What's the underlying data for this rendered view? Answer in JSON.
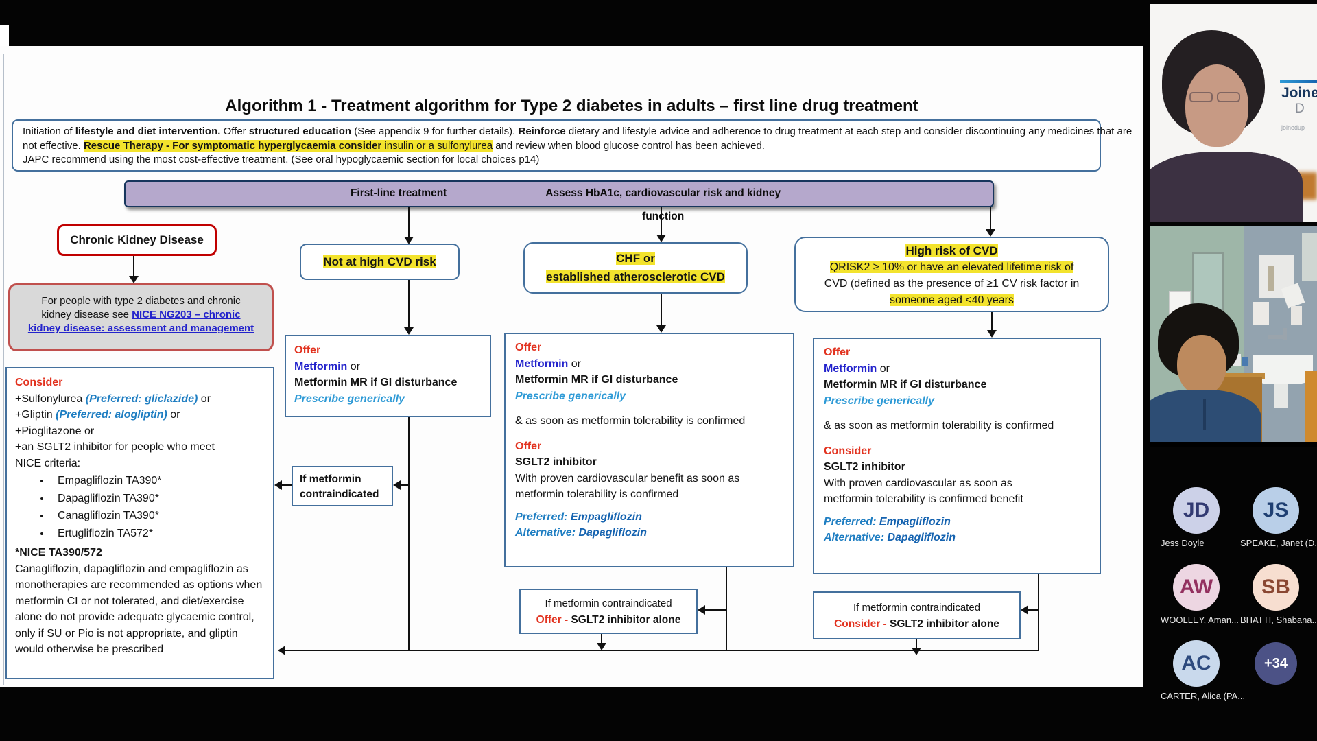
{
  "shared_screen": {
    "title": "Algorithm 1 - Treatment algorithm for Type 2 diabetes in adults – first line drug treatment",
    "intro": {
      "l1": [
        {
          "t": "Initiation of "
        },
        {
          "t": "lifestyle and diet intervention.",
          "c": "b"
        },
        {
          "t": " Offer "
        },
        {
          "t": "structured education",
          "c": "b"
        },
        {
          "t": " (See appendix 9 for further details). "
        },
        {
          "t": "Reinforce",
          "c": "b"
        },
        {
          "t": " dietary and lifestyle advice and adherence to drug treatment at each step and consider discontinuing any medicines that are"
        }
      ],
      "l2": [
        {
          "t": "not effective. "
        },
        {
          "t": "Rescue Therapy - For symptomatic hyperglycaemia consider",
          "c": "hlb"
        },
        {
          "t": " insulin or a sulfonylurea",
          "c": "hl"
        },
        {
          "t": " and review when blood glucose control has been achieved."
        }
      ],
      "l3": [
        {
          "t": "JAPC recommend using the most cost-effective treatment. (See oral hypoglycaemic section for local choices p14)"
        }
      ]
    },
    "first_line_bar": {
      "left": "First-line treatment",
      "right": "Assess HbA1c, cardiovascular risk and kidney function"
    },
    "ckd": {
      "title": "Chronic Kidney Disease",
      "info_l1": [
        {
          "t": "For people with type 2 diabetes and chronic"
        }
      ],
      "info_l2": [
        {
          "t": "kidney disease see "
        },
        {
          "t": "NICE NG203 – chronic",
          "c": "lk"
        }
      ],
      "info_l3": [
        {
          "t": "kidney disease: assessment and management",
          "c": "lk"
        }
      ]
    },
    "consider_box": {
      "heading": [
        {
          "t": "Consider",
          "c": "r"
        }
      ],
      "l1": [
        {
          "t": "+Sulfonylurea "
        },
        {
          "t": "(Preferred: gliclazide)",
          "c": "pi"
        },
        {
          "t": " or"
        }
      ],
      "l2": [
        {
          "t": "+Gliptin "
        },
        {
          "t": "(Preferred: alogliptin)",
          "c": "pi"
        },
        {
          "t": " or"
        }
      ],
      "l3": [
        {
          "t": "+Pioglitazone or"
        }
      ],
      "l4a": [
        {
          "t": "+an SGLT2 inhibitor for people who meet"
        }
      ],
      "l4b": [
        {
          "t": "NICE criteria:"
        }
      ],
      "bullets": [
        "Empagliflozin TA390*",
        "Dapagliflozin TA390*",
        "Canagliflozin TA390*",
        "Ertugliflozin TA572*"
      ],
      "foot_head": [
        {
          "t": "*NICE TA390/572",
          "c": "b"
        }
      ],
      "foot": [
        {
          "t": "Canagliflozin, dapagliflozin and empagliflozin as monotherapies are recommended as options when metformin CI or not tolerated, and diet/exercise alone do not provide adequate glycaemic control, only if SU or Pio is not appropriate, and gliptin would otherwise be prescribed"
        }
      ]
    },
    "not_high_box": [
      {
        "t": "Not at high CVD risk",
        "c": "hlb"
      }
    ],
    "chf_box": {
      "l1": [
        {
          "t": "CHF or",
          "c": "hlb"
        }
      ],
      "l2": [
        {
          "t": "established atherosclerotic CVD",
          "c": "hlb"
        }
      ]
    },
    "high_box": {
      "l1": [
        {
          "t": "High risk of CVD",
          "c": "hlb"
        }
      ],
      "l2": [
        {
          "t": "QRISK2 ≥ 10% or have an elevated lifetime risk of",
          "c": "hl"
        }
      ],
      "l3": [
        {
          "t": "CVD (defined as the presence of ≥1 CV risk factor in"
        }
      ],
      "l4": [
        {
          "t": "someone aged <40 years",
          "c": "hl"
        }
      ]
    },
    "left_offer_box": {
      "o1": [
        {
          "t": "Offer",
          "c": "r"
        }
      ],
      "o2": [
        {
          "t": "Metformin",
          "c": "lk"
        },
        {
          "t": " or"
        }
      ],
      "o3": [
        {
          "t": "Metformin MR if GI disturbance",
          "c": "b"
        }
      ],
      "o4": [
        {
          "t": "Prescribe generically",
          "c": "pg"
        }
      ]
    },
    "left_if_box": {
      "l1": [
        {
          "t": "If metformin"
        }
      ],
      "l2": [
        {
          "t": "contraindicated"
        }
      ]
    },
    "mid_box": {
      "m1": [
        {
          "t": "Offer",
          "c": "r"
        }
      ],
      "m2": [
        {
          "t": "Metformin",
          "c": "lk"
        },
        {
          "t": " or"
        }
      ],
      "m3": [
        {
          "t": "Metformin MR if GI disturbance",
          "c": "b"
        }
      ],
      "m4": [
        {
          "t": "Prescribe generically",
          "c": "pg"
        }
      ],
      "m5": [
        {
          "t": "& as soon as metformin tolerability is confirmed"
        }
      ],
      "m6": [
        {
          "t": "Offer",
          "c": "r"
        }
      ],
      "m7": [
        {
          "t": "SGLT2 inhibitor",
          "c": "b"
        }
      ],
      "m8a": [
        {
          "t": "With proven cardiovascular benefit as soon as"
        }
      ],
      "m8b": [
        {
          "t": "metformin tolerability is confirmed"
        }
      ],
      "m9": [
        {
          "t": "Preferred: ",
          "c": "pi"
        },
        {
          "t": "Empagliflozin",
          "c": "pd"
        }
      ],
      "m10": [
        {
          "t": "Alternative: ",
          "c": "pi"
        },
        {
          "t": "Dapagliflozin",
          "c": "pd"
        }
      ]
    },
    "mid_if_box": {
      "l1": [
        {
          "t": "If metformin contraindicated"
        }
      ],
      "l2": [
        {
          "t": "Offer - ",
          "c": "r"
        },
        {
          "t": "SGLT2 inhibitor alone",
          "c": "b"
        }
      ]
    },
    "right_box": {
      "r1": [
        {
          "t": "Offer",
          "c": "r"
        }
      ],
      "r2": [
        {
          "t": "Metformin",
          "c": "lk"
        },
        {
          "t": " or"
        }
      ],
      "r3": [
        {
          "t": "Metformin MR if GI disturbance",
          "c": "b"
        }
      ],
      "r4": [
        {
          "t": "Prescribe generically",
          "c": "pg"
        }
      ],
      "r5": [
        {
          "t": "& as soon as metformin tolerability is confirmed"
        }
      ],
      "r6": [
        {
          "t": "Consider",
          "c": "r"
        }
      ],
      "r7": [
        {
          "t": "SGLT2 inhibitor",
          "c": "b"
        }
      ],
      "r8a": [
        {
          "t": "With proven cardiovascular as soon as"
        }
      ],
      "r8b": [
        {
          "t": "metformin tolerability is confirmed benefit"
        }
      ],
      "r9": [
        {
          "t": "Preferred: ",
          "c": "pi"
        },
        {
          "t": "Empagliflozin",
          "c": "pd"
        }
      ],
      "r10": [
        {
          "t": "Alternative: ",
          "c": "pi"
        },
        {
          "t": "Dapagliflozin",
          "c": "pd"
        }
      ]
    },
    "right_if_box": {
      "l1": [
        {
          "t": "If metformin contraindicated"
        }
      ],
      "l2": [
        {
          "t": "Consider - ",
          "c": "r"
        },
        {
          "t": "SGLT2 inhibitor alone",
          "c": "b"
        }
      ]
    },
    "colors": {
      "highlight": "#f3e32d",
      "bar_purple": "#b5a8cc",
      "box_border_blue": "#44709d",
      "ckd_red": "#c00000",
      "ckd_info_border": "#c0504d",
      "ckd_info_bg": "#d9d9d9",
      "red_text": "#e23320",
      "link_blue": "#2323cc",
      "light_blue": "#2e9ad6"
    }
  },
  "sidebar": {
    "video1": {
      "logo_line1": "Joine",
      "logo_line2": "D",
      "logo_line3": "joinedup"
    },
    "participants": [
      {
        "initials": "JD",
        "name": "Jess Doyle",
        "bg": "#ccd1e8",
        "fg": "#323a72"
      },
      {
        "initials": "JS",
        "name": "SPEAKE, Janet (D...",
        "bg": "#b9cfe8",
        "fg": "#1e3f72"
      },
      {
        "initials": "AW",
        "name": "WOOLLEY, Aman...",
        "bg": "#edd6e2",
        "fg": "#93305f"
      },
      {
        "initials": "SB",
        "name": "BHATTI, Shabana...",
        "bg": "#f7ded0",
        "fg": "#8a4732"
      },
      {
        "initials": "AC",
        "name": "CARTER, Alica (PA...",
        "bg": "#c9d9ec",
        "fg": "#2d4a7e"
      },
      {
        "initials": "+34",
        "name": "",
        "bg": "#4c5286",
        "fg": "#ffffff"
      }
    ]
  }
}
